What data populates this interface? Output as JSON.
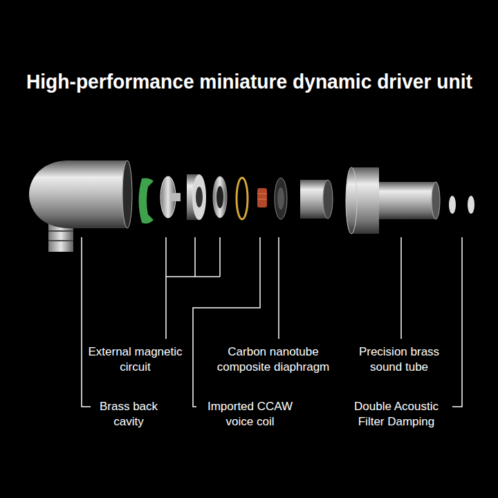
{
  "diagram": {
    "title": "High-performance miniature dynamic driver unit",
    "labels": [
      "External magnetic circuit",
      "Carbon nanotube composite diaphragm",
      "Precision brass sound tube",
      "Brass back cavity",
      "Imported CCAW voice coil",
      "Double Acoustic Filter Damping"
    ]
  }
}
